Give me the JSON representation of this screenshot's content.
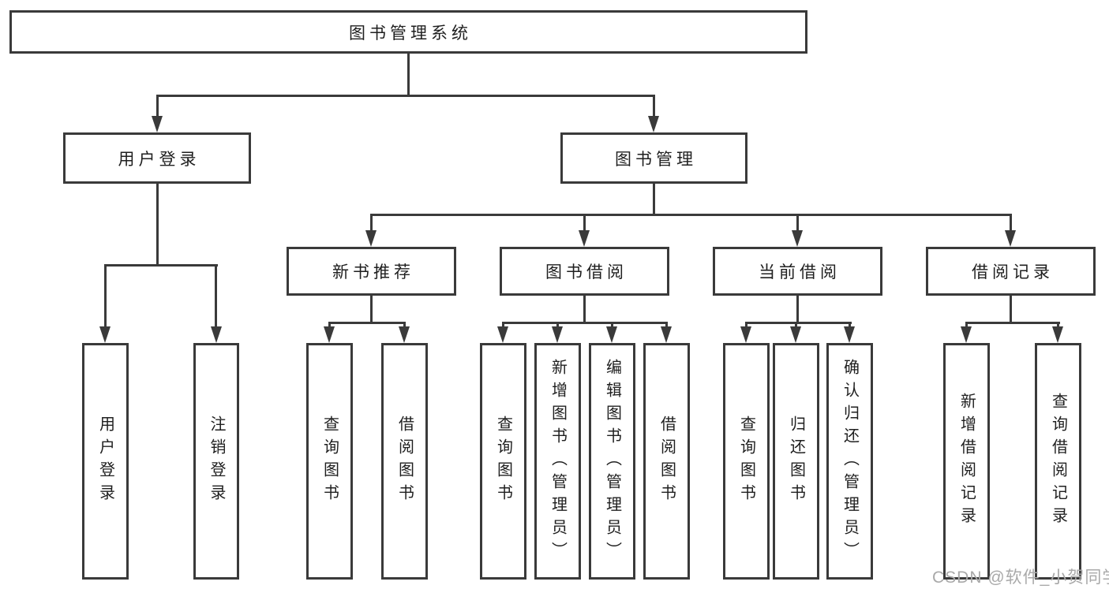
{
  "diagram": {
    "root": "图书管理系统",
    "level2": [
      "用户登录",
      "图书管理"
    ],
    "level3": [
      "新书推荐",
      "图书借阅",
      "当前借阅",
      "借阅记录"
    ],
    "level4": {
      "user_login": [
        "用户登录",
        "注销登录"
      ],
      "new_book_recommend": [
        "查询图书",
        "借阅图书"
      ],
      "book_borrow": [
        "查询图书",
        "新增图书（管理员）",
        "编辑图书（管理员）",
        "借阅图书"
      ],
      "current_borrow": [
        "查询图书",
        "归还图书",
        "确认归还（管理员）"
      ],
      "borrow_record": [
        "新增借阅记录",
        "查询借阅记录"
      ]
    },
    "watermark": "CSDN @软件_小贺同学",
    "colors": {
      "line": "#3a3a3a",
      "box_border": "#3a3a3a",
      "box_fill": "#ffffff",
      "text": "#1f1f1f",
      "watermark_text": "#a9a9a9",
      "background": "#ffffff"
    }
  }
}
